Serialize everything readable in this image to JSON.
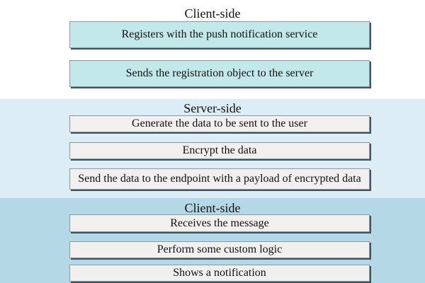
{
  "sections": {
    "client1": {
      "heading": "Client-side",
      "steps": [
        "Registers with the push notification service",
        "Sends the registration object to the server"
      ]
    },
    "server": {
      "heading": "Server-side",
      "steps": [
        "Generate the data to be sent to the user",
        "Encrypt the data",
        "Send the data to the endpoint with a payload of encrypted data"
      ]
    },
    "client2": {
      "heading": "Client-side",
      "steps": [
        "Receives the message",
        "Perform some custom logic",
        "Shows a notification"
      ]
    }
  },
  "colors": {
    "server_band": "#dcedf5",
    "client2_band": "#b5d8e6",
    "client1_box": "#c3e8ea",
    "plain_box": "#f2efef",
    "box_shadow": "#3d5560"
  }
}
